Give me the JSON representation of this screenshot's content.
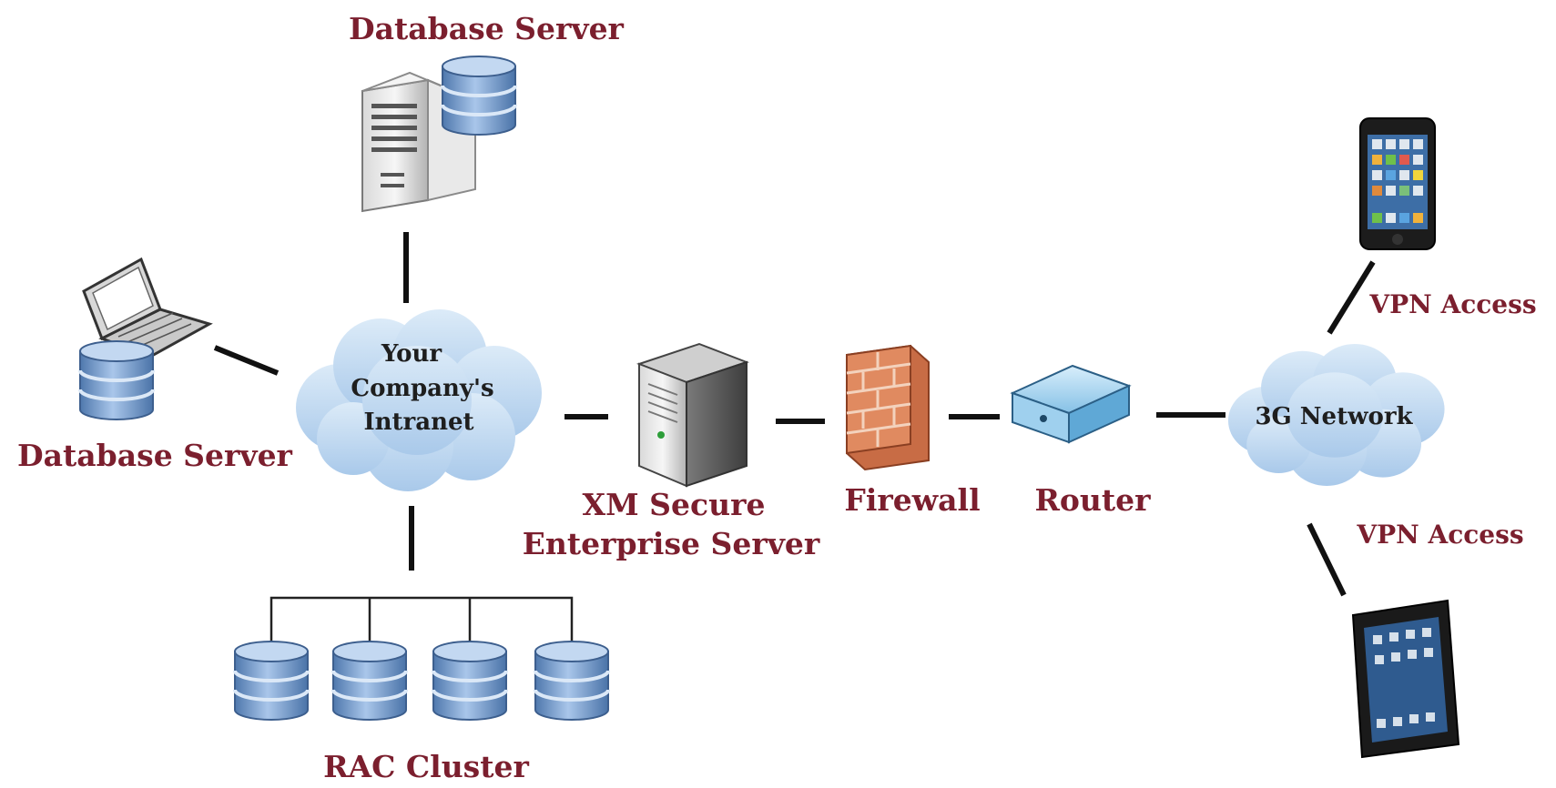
{
  "labels": {
    "db_server_top": "Database Server",
    "db_server_left": "Database Server",
    "intranet_line1": "Your",
    "intranet_line2": "Company's",
    "intranet_line3": "Intranet",
    "xm_line1": "XM Secure",
    "xm_line2": "Enterprise Server",
    "firewall": "Firewall",
    "router": "Router",
    "network_3g": "3G Network",
    "vpn_top": "VPN Access",
    "vpn_bottom": "VPN Access",
    "rac_cluster": "RAC Cluster"
  },
  "icons": [
    "database-icon",
    "computer-tower-icon",
    "laptop-icon",
    "cloud-icon",
    "server-icon",
    "firewall-icon",
    "router-icon",
    "phone-icon",
    "tablet-icon"
  ],
  "colors": {
    "label": "#7b1f2e",
    "cloud": "#bcd7ef",
    "database": "#6f97c9",
    "firewall": "#d0734a",
    "router": "#8fc7ea"
  }
}
